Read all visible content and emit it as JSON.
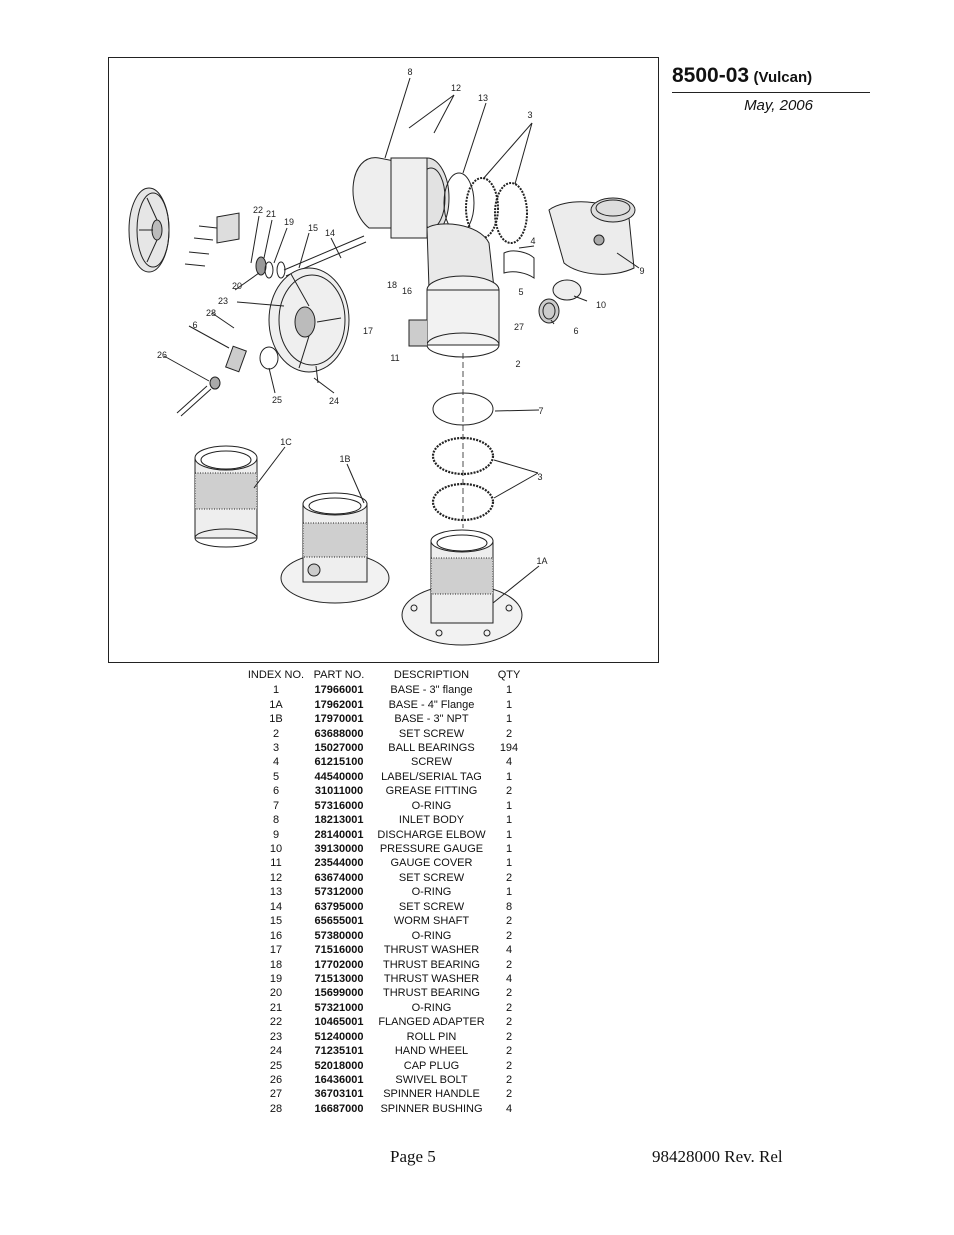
{
  "title": {
    "model": "8500-03",
    "variant": "(Vulcan)",
    "date": "May, 2006"
  },
  "diagram": {
    "callouts": [
      "8",
      "12",
      "13",
      "3",
      "22",
      "21",
      "19",
      "15",
      "14",
      "4",
      "9",
      "20",
      "18",
      "16",
      "5",
      "10",
      "23",
      "28",
      "17",
      "6",
      "11",
      "27",
      "6",
      "2",
      "26",
      "25",
      "24",
      "7",
      "1C",
      "1B",
      "3",
      "1A"
    ]
  },
  "table": {
    "headers": {
      "index": "INDEX NO.",
      "part": "PART NO.",
      "desc": "DESCRIPTION",
      "qty": "QTY"
    },
    "rows": [
      {
        "index": "1",
        "part": "17966001",
        "desc": "BASE - 3\" flange",
        "qty": "1"
      },
      {
        "index": "1A",
        "part": "17962001",
        "desc": "BASE - 4\" Flange",
        "qty": "1"
      },
      {
        "index": "1B",
        "part": "17970001",
        "desc": "BASE - 3\" NPT",
        "qty": "1"
      },
      {
        "index": "2",
        "part": "63688000",
        "desc": "SET SCREW",
        "qty": "2"
      },
      {
        "index": "3",
        "part": "15027000",
        "desc": "BALL BEARINGS",
        "qty": "194"
      },
      {
        "index": "4",
        "part": "61215100",
        "desc": "SCREW",
        "qty": "4"
      },
      {
        "index": "5",
        "part": "44540000",
        "desc": "LABEL/SERIAL TAG",
        "qty": "1"
      },
      {
        "index": "6",
        "part": "31011000",
        "desc": "GREASE FITTING",
        "qty": "2"
      },
      {
        "index": "7",
        "part": "57316000",
        "desc": "O-RING",
        "qty": "1"
      },
      {
        "index": "8",
        "part": "18213001",
        "desc": "INLET BODY",
        "qty": "1"
      },
      {
        "index": "9",
        "part": "28140001",
        "desc": "DISCHARGE ELBOW",
        "qty": "1"
      },
      {
        "index": "10",
        "part": "39130000",
        "desc": "PRESSURE GAUGE",
        "qty": "1"
      },
      {
        "index": "11",
        "part": "23544000",
        "desc": "GAUGE COVER",
        "qty": "1"
      },
      {
        "index": "12",
        "part": "63674000",
        "desc": "SET SCREW",
        "qty": "2"
      },
      {
        "index": "13",
        "part": "57312000",
        "desc": "O-RING",
        "qty": "1"
      },
      {
        "index": "14",
        "part": "63795000",
        "desc": "SET SCREW",
        "qty": "8"
      },
      {
        "index": "15",
        "part": "65655001",
        "desc": "WORM SHAFT",
        "qty": "2"
      },
      {
        "index": "16",
        "part": "57380000",
        "desc": "O-RING",
        "qty": "2"
      },
      {
        "index": "17",
        "part": "71516000",
        "desc": "THRUST WASHER",
        "qty": "4"
      },
      {
        "index": "18",
        "part": "17702000",
        "desc": "THRUST BEARING",
        "qty": "2"
      },
      {
        "index": "19",
        "part": "71513000",
        "desc": "THRUST WASHER",
        "qty": "4"
      },
      {
        "index": "20",
        "part": "15699000",
        "desc": "THRUST BEARING",
        "qty": "2"
      },
      {
        "index": "21",
        "part": "57321000",
        "desc": "O-RING",
        "qty": "2"
      },
      {
        "index": "22",
        "part": "10465001",
        "desc": "FLANGED ADAPTER",
        "qty": "2"
      },
      {
        "index": "23",
        "part": "51240000",
        "desc": "ROLL PIN",
        "qty": "2"
      },
      {
        "index": "24",
        "part": "71235101",
        "desc": "HAND WHEEL",
        "qty": "2"
      },
      {
        "index": "25",
        "part": "52018000",
        "desc": "CAP PLUG",
        "qty": "2"
      },
      {
        "index": "26",
        "part": "16436001",
        "desc": "SWIVEL BOLT",
        "qty": "2"
      },
      {
        "index": "27",
        "part": "36703101",
        "desc": "SPINNER HANDLE",
        "qty": "2"
      },
      {
        "index": "28",
        "part": "16687000",
        "desc": "SPINNER BUSHING",
        "qty": "4"
      }
    ]
  },
  "footer": {
    "page": "Page 5",
    "doc": "98428000 Rev. Rel"
  }
}
